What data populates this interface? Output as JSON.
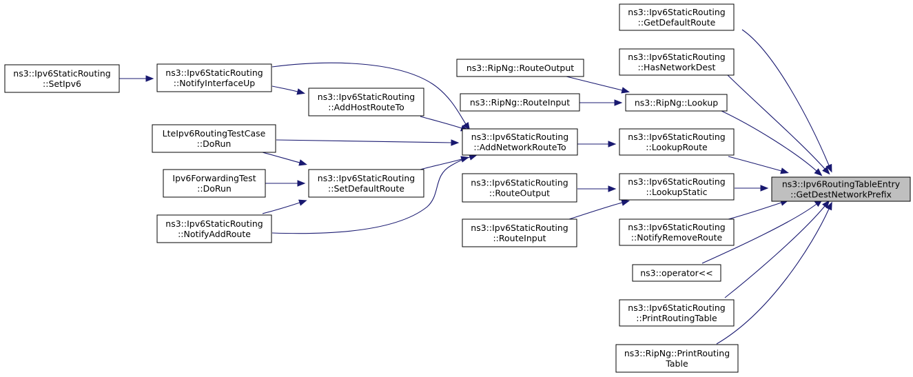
{
  "graph": {
    "nodes": [
      {
        "id": "target",
        "lines": [
          "ns3::Ipv6RoutingTableEntry",
          "::GetDestNetworkPrefix"
        ],
        "focus": true
      },
      {
        "id": "getDefaultRoute",
        "lines": [
          "ns3::Ipv6StaticRouting",
          "::GetDefaultRoute"
        ]
      },
      {
        "id": "hasNetworkDest",
        "lines": [
          "ns3::Ipv6StaticRouting",
          "::HasNetworkDest"
        ]
      },
      {
        "id": "ripLookup",
        "lines": [
          "ns3::RipNg::Lookup"
        ]
      },
      {
        "id": "lookupRoute",
        "lines": [
          "ns3::Ipv6StaticRouting",
          "::LookupRoute"
        ]
      },
      {
        "id": "lookupStatic",
        "lines": [
          "ns3::Ipv6StaticRouting",
          "::LookupStatic"
        ]
      },
      {
        "id": "notifyRemoveRoute",
        "lines": [
          "ns3::Ipv6StaticRouting",
          "::NotifyRemoveRoute"
        ]
      },
      {
        "id": "operatorOut",
        "lines": [
          "ns3::operator<<"
        ]
      },
      {
        "id": "printRoutingTable",
        "lines": [
          "ns3::Ipv6StaticRouting",
          "::PrintRoutingTable"
        ]
      },
      {
        "id": "ripPrintRoutingTable",
        "lines": [
          "ns3::RipNg::PrintRouting",
          "Table"
        ]
      },
      {
        "id": "ripRouteOutput",
        "lines": [
          "ns3::RipNg::RouteOutput"
        ]
      },
      {
        "id": "ripRouteInput",
        "lines": [
          "ns3::RipNg::RouteInput"
        ]
      },
      {
        "id": "addNetworkRouteTo",
        "lines": [
          "ns3::Ipv6StaticRouting",
          "::AddNetworkRouteTo"
        ]
      },
      {
        "id": "staticRouteOutput",
        "lines": [
          "ns3::Ipv6StaticRouting",
          "::RouteOutput"
        ]
      },
      {
        "id": "staticRouteInput",
        "lines": [
          "ns3::Ipv6StaticRouting",
          "::RouteInput"
        ]
      },
      {
        "id": "addHostRouteTo",
        "lines": [
          "ns3::Ipv6StaticRouting",
          "::AddHostRouteTo"
        ]
      },
      {
        "id": "setDefaultRoute",
        "lines": [
          "ns3::Ipv6StaticRouting",
          "::SetDefaultRoute"
        ]
      },
      {
        "id": "notifyInterfaceUp",
        "lines": [
          "ns3::Ipv6StaticRouting",
          "::NotifyInterfaceUp"
        ]
      },
      {
        "id": "lteDoRun",
        "lines": [
          "LteIpv6RoutingTestCase",
          "::DoRun"
        ]
      },
      {
        "id": "fwdDoRun",
        "lines": [
          "Ipv6ForwardingTest",
          "::DoRun"
        ]
      },
      {
        "id": "notifyAddRoute",
        "lines": [
          "ns3::Ipv6StaticRouting",
          "::NotifyAddRoute"
        ]
      },
      {
        "id": "setIpv6",
        "lines": [
          "ns3::Ipv6StaticRouting",
          "::SetIpv6"
        ]
      }
    ],
    "edges": [
      {
        "from": "getDefaultRoute",
        "to": "target"
      },
      {
        "from": "hasNetworkDest",
        "to": "target"
      },
      {
        "from": "ripLookup",
        "to": "target"
      },
      {
        "from": "lookupRoute",
        "to": "target"
      },
      {
        "from": "lookupStatic",
        "to": "target"
      },
      {
        "from": "notifyRemoveRoute",
        "to": "target"
      },
      {
        "from": "operatorOut",
        "to": "target"
      },
      {
        "from": "printRoutingTable",
        "to": "target"
      },
      {
        "from": "ripPrintRoutingTable",
        "to": "target"
      },
      {
        "from": "ripRouteOutput",
        "to": "ripLookup"
      },
      {
        "from": "ripRouteInput",
        "to": "ripLookup"
      },
      {
        "from": "addNetworkRouteTo",
        "to": "lookupRoute"
      },
      {
        "from": "staticRouteOutput",
        "to": "lookupStatic"
      },
      {
        "from": "staticRouteInput",
        "to": "lookupStatic"
      },
      {
        "from": "addHostRouteTo",
        "to": "addNetworkRouteTo"
      },
      {
        "from": "setDefaultRoute",
        "to": "addNetworkRouteTo"
      },
      {
        "from": "notifyInterfaceUp",
        "to": "addNetworkRouteTo"
      },
      {
        "from": "lteDoRun",
        "to": "addNetworkRouteTo"
      },
      {
        "from": "notifyAddRoute",
        "to": "addNetworkRouteTo"
      },
      {
        "from": "notifyInterfaceUp",
        "to": "addHostRouteTo"
      },
      {
        "from": "lteDoRun",
        "to": "setDefaultRoute"
      },
      {
        "from": "fwdDoRun",
        "to": "setDefaultRoute"
      },
      {
        "from": "notifyAddRoute",
        "to": "setDefaultRoute"
      },
      {
        "from": "setIpv6",
        "to": "notifyInterfaceUp"
      }
    ]
  }
}
